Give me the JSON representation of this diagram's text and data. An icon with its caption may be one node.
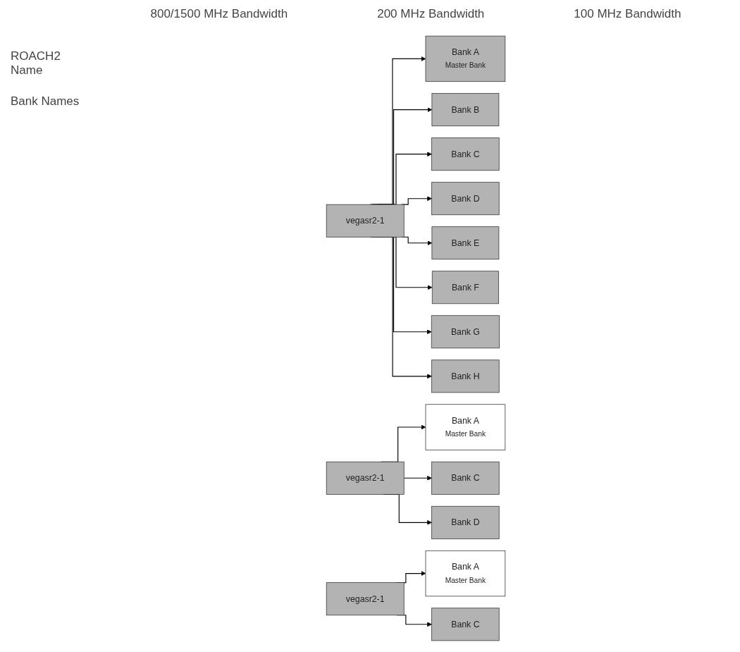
{
  "diagram": {
    "nodes": [
      {
        "text": [
          "vegasr2-1"
        ]
      },
      {
        "text": [
          "Bank A",
          "Master Bank"
        ]
      },
      {
        "text": [
          "Bank B"
        ]
      },
      {
        "text": [
          "Bank C"
        ]
      },
      {
        "text": [
          "Bank D"
        ]
      },
      {
        "text": [
          "Bank E"
        ]
      },
      {
        "text": [
          "Bank F"
        ]
      },
      {
        "text": [
          "Bank G"
        ]
      },
      {
        "text": [
          "Bank H"
        ]
      },
      {
        "text": [
          "vegasr2-1"
        ]
      },
      {
        "text": [
          "Bank A",
          "Master Bank"
        ]
      },
      {
        "text": [
          "Bank C"
        ]
      },
      {
        "text": [
          "Bank D"
        ]
      },
      {
        "text": [
          "vegasr2-1"
        ]
      },
      {
        "text": [
          "Bank A",
          "Master Bank"
        ]
      },
      {
        "text": [
          "Bank C"
        ]
      }
    ],
    "edges": [
      {
        "from": 0,
        "to": 1,
        "arrow": "to"
      },
      {
        "from": 0,
        "to": 2,
        "arrow": "to"
      },
      {
        "from": 0,
        "to": 3,
        "arrow": "to"
      },
      {
        "from": 0,
        "to": 4,
        "arrow": "to"
      },
      {
        "from": 0,
        "to": 5,
        "arrow": "to"
      },
      {
        "from": 0,
        "to": 6,
        "arrow": "to"
      },
      {
        "from": 0,
        "to": 7,
        "arrow": "to"
      },
      {
        "from": 0,
        "to": 8,
        "arrow": "to"
      },
      {
        "from": 9,
        "to": 10,
        "arrow": "to"
      },
      {
        "from": 9,
        "to": 11,
        "arrow": "to"
      },
      {
        "from": 9,
        "to": 12,
        "arrow": "to"
      },
      {
        "from": 13,
        "to": 14,
        "arrow": "to"
      },
      {
        "from": 13,
        "to": 15,
        "arrow": "to"
      }
    ],
    "labels": [
      "800/1500 MHz Bandwidth",
      "200 MHz Bandwidth",
      "100 MHz Bandwidth",
      "ROACH2 Name",
      "Bank Names"
    ]
  }
}
